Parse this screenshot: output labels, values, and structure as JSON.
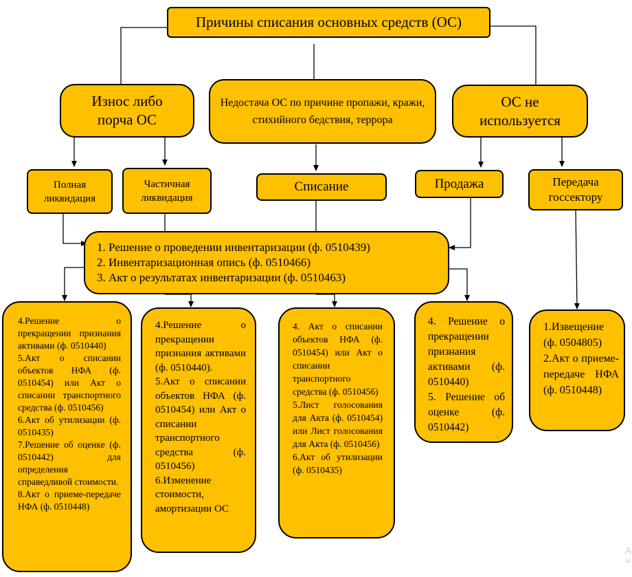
{
  "title": "Причины списания основных средств (ОС)",
  "reasons": {
    "wear": "Износ либо порча ОС",
    "shortage": "Недостача ОС по причине пропажи, кражи, стихийного бедствия, террора",
    "unused": "ОС не используется"
  },
  "actions": {
    "full": "Полная ликвидация",
    "partial": "Частичная ликвидация",
    "writeoff": "Списание",
    "sale": "Продажа",
    "transfer": "Передача госсектору"
  },
  "common_docs": [
    "1. Решение о проведении инвентаризации (ф. 0510439)",
    "2. Инвентаризационная опись (ф. 0510466)",
    "3. Акт о результатах инвентаризации (ф. 0510463)"
  ],
  "doc_full": [
    "4.Решение о прекращении признания активами (ф. 0510440)",
    "5.Акт о списании объектов НФА (ф. 0510454) или Акт о списании транспортного средства (ф. 0510456)",
    "6.Акт об утилизации (ф. 0510435)",
    "7.Решение об оценке (ф. 0510442) для определения справедливой стоимости.",
    "8.Акт о приеме-передаче НФА (ф. 0510448)"
  ],
  "doc_partial": [
    "4.Решение о прекращении признания активами (ф. 0510440).",
    "5.Акт о списании объектов НФА (ф. 0510454) или Акт о списании транспортного средства (ф. 0510456)",
    "6.Изменение стоимости, амортизации ОС"
  ],
  "doc_writeoff": [
    "4. Акт о списании объектов НФА (ф. 0510454) или Акт о списании транспортного средства (ф. 0510456)",
    "5.Лист голосования для Акта (ф. 0510454) или Лист голосования для Акта (ф. 0510456)",
    "6.Акт об утилизации (ф. 0510435)"
  ],
  "doc_sale": [
    "4. Решение о прекращении признания активами (ф. 0510440)",
    "5. Решение об оценке (ф. 0510442)"
  ],
  "doc_transfer": [
    "1.Извещение (ф. 0504805)",
    "2.Акт о приеме-передаче НФА (ф. 0510448)"
  ],
  "colors": {
    "box_fill": "#ffc000",
    "border": "#000000"
  }
}
